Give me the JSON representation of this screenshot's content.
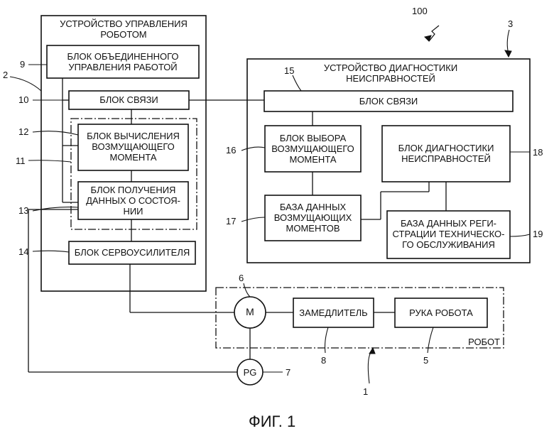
{
  "figure_number": "100",
  "caption": "ФИГ. 1",
  "robot_controller": {
    "ref": "2",
    "title_line1": "УСТРОЙСТВО УПРАВЛЕНИЯ",
    "title_line2": "РОБОТОМ",
    "unified_control": {
      "ref": "9",
      "line1": "БЛОК ОБЪЕДИНЕННОГО",
      "line2": "УПРАВЛЕНИЯ РАБОТОЙ"
    },
    "comm_unit": {
      "ref": "10",
      "label": "БЛОК СВЯЗИ"
    },
    "group_ref": "11",
    "torque_calc": {
      "ref": "12",
      "line1": "БЛОК ВЫЧИСЛЕНИЯ",
      "line2": "ВОЗМУЩАЮЩЕГО",
      "line3": "МОМЕНТА"
    },
    "state_data": {
      "ref": "13",
      "line1": "БЛОК ПОЛУЧЕНИЯ",
      "line2": "ДАННЫХ О СОСТОЯ-",
      "line3": "НИИ"
    },
    "servo_amp": {
      "ref": "14",
      "label": "БЛОК СЕРВОУСИЛИТЕЛЯ"
    }
  },
  "diagnostic_device": {
    "ref": "3",
    "title_line1": "УСТРОЙСТВО ДИАГНОСТИКИ",
    "title_line2": "НЕИСПРАВНОСТЕЙ",
    "comm_unit": {
      "ref": "15",
      "label": "БЛОК СВЯЗИ"
    },
    "torque_select": {
      "ref": "16",
      "line1": "БЛОК ВЫБОРА",
      "line2": "ВОЗМУЩАЮЩЕГО",
      "line3": "МОМЕНТА"
    },
    "torque_db": {
      "ref": "17",
      "line1": "БАЗА ДАННЫХ",
      "line2": "ВОЗМУЩАЮЩИХ",
      "line3": "МОМЕНТОВ"
    },
    "fault_diag": {
      "ref": "18",
      "line1": "БЛОК ДИАГНОСТИКИ",
      "line2": "НЕИСПРАВНОСТЕЙ"
    },
    "maintenance_db": {
      "ref": "19",
      "line1": "БАЗА ДАННЫХ РЕГИ-",
      "line2": "СТРАЦИИ ТЕХНИЧЕСКО-",
      "line3": "ГО ОБСЛУЖИВАНИЯ"
    }
  },
  "robot": {
    "ref": "1",
    "label": "РОБОТ",
    "motor": {
      "ref": "6",
      "label": "M"
    },
    "encoder": {
      "ref": "7",
      "label": "PG"
    },
    "reducer": {
      "ref": "8",
      "label": "ЗАМЕДЛИТЕЛЬ"
    },
    "arm": {
      "ref": "5",
      "label": "РУКА РОБОТА"
    }
  }
}
